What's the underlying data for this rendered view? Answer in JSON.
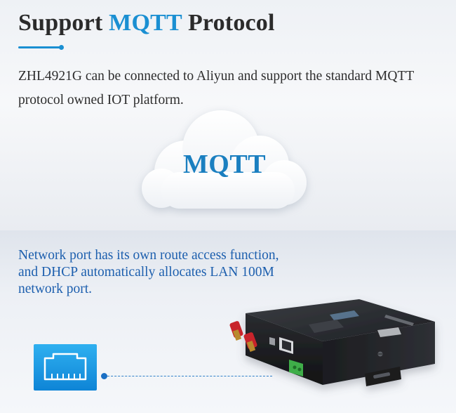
{
  "header": {
    "title_prefix": "Support ",
    "title_accent": "MQTT",
    "title_suffix": " Protocol"
  },
  "intro": {
    "text": "ZHL4921G can be connected to Aliyun and support the standard MQTT protocol owned IOT platform."
  },
  "cloud": {
    "label": "MQTT"
  },
  "network": {
    "text": "Network port has its own route access function, and DHCP automatically allocates LAN 100M network port."
  },
  "colors": {
    "accent_blue": "#1a8fd2",
    "cloud_text": "#1a7fc0",
    "network_text": "#1d5fae",
    "title_dark": "#2b2b2b"
  },
  "icons": {
    "cloud": "cloud-icon",
    "ethernet": "ethernet-port-icon",
    "device": "router-device-image"
  }
}
